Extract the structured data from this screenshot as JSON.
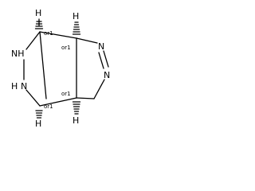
{
  "molecule": {
    "atoms": {
      "n_amine_top": "NH",
      "n_amine_bottom": "N",
      "h_amine_bottom": "H",
      "n_pyrazoline_top": "N",
      "n_pyrazoline_right": "N",
      "h_top_left": "H",
      "h_top_right": "H",
      "h_bottom_left": "H",
      "h_bottom_right": "H"
    },
    "stereo": {
      "upper_bridgehead": "or1",
      "upper_fusion": "or1",
      "lower_bridgehead": "or1",
      "lower_fusion": "or1"
    }
  }
}
